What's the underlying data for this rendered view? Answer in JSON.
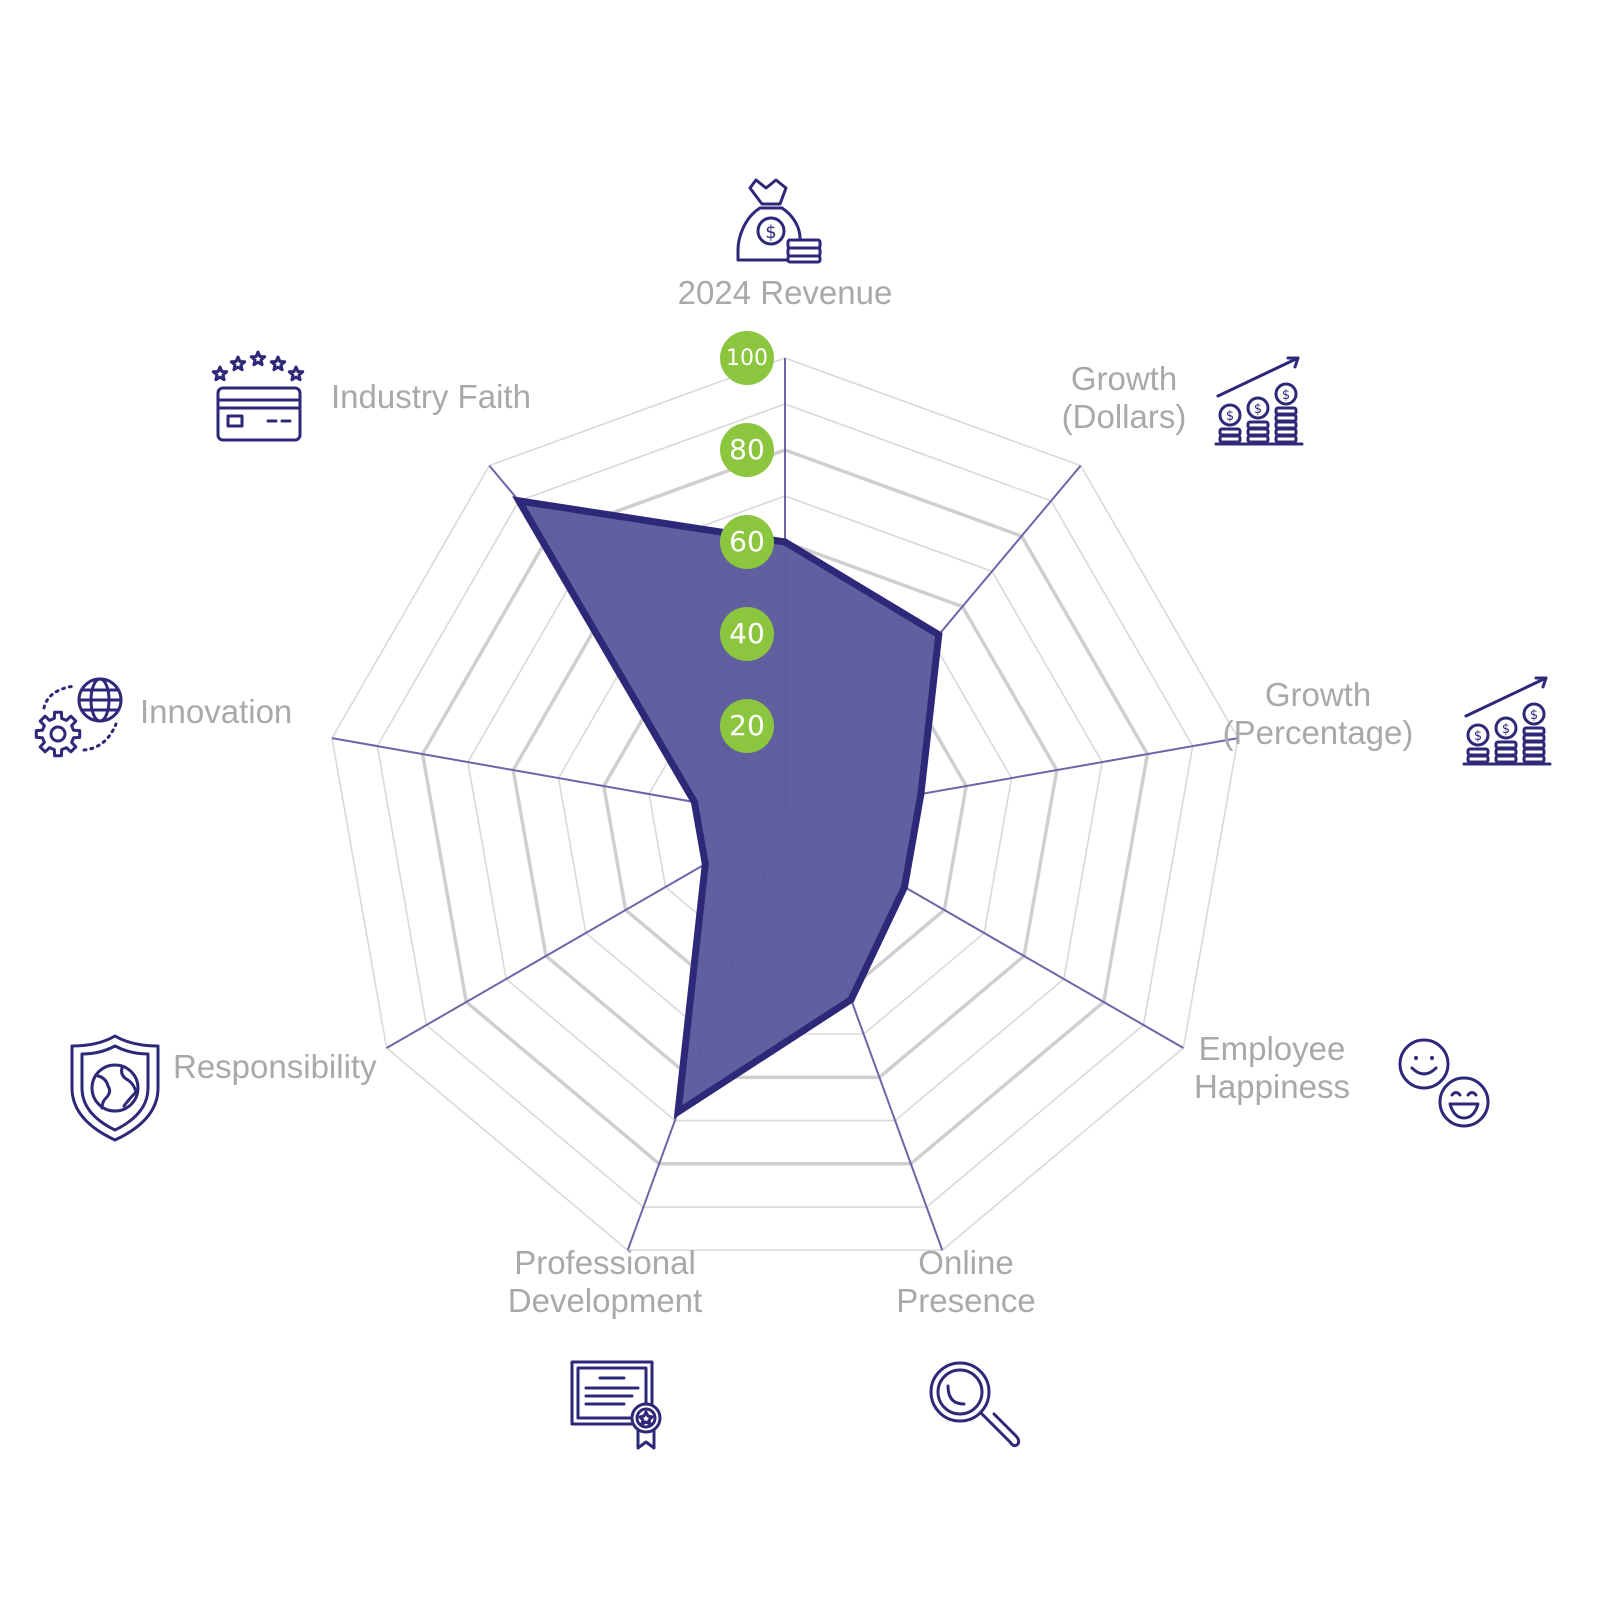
{
  "chart_data": {
    "type": "radar",
    "rlim": [
      0,
      100
    ],
    "ticks": [
      20,
      40,
      60,
      80,
      100
    ],
    "grid": true,
    "categories": [
      {
        "lines": [
          "2024 Revenue"
        ],
        "icon": "money-bag-icon"
      },
      {
        "lines": [
          "Growth",
          "(Dollars)"
        ],
        "icon": "coin-growth-chart-icon"
      },
      {
        "lines": [
          "Growth",
          "(Percentage)"
        ],
        "icon": "coin-growth-chart-icon"
      },
      {
        "lines": [
          "Employee",
          "Happiness"
        ],
        "icon": "smiley-faces-icon"
      },
      {
        "lines": [
          "Online",
          "Presence"
        ],
        "icon": "magnifying-glass-icon"
      },
      {
        "lines": [
          "Professional",
          "Development"
        ],
        "icon": "certificate-icon"
      },
      {
        "lines": [
          "Responsibility"
        ],
        "icon": "globe-shield-icon"
      },
      {
        "lines": [
          "Innovation"
        ],
        "icon": "globe-gear-icon"
      },
      {
        "lines": [
          "Industry Faith"
        ],
        "icon": "credit-card-stars-icon"
      }
    ],
    "series": [
      {
        "values": [
          60,
          52,
          30,
          30,
          42,
          68,
          20,
          20,
          90
        ]
      }
    ],
    "colors": {
      "fill": "#5f5c9e",
      "outline": "#2e2878",
      "spoke": "#6b66a8",
      "grid_major": "#cfcfcf",
      "grid_minor": "#d9d9d9",
      "tick_badge": "#8cc63f",
      "label": "#a9a9a9"
    }
  }
}
